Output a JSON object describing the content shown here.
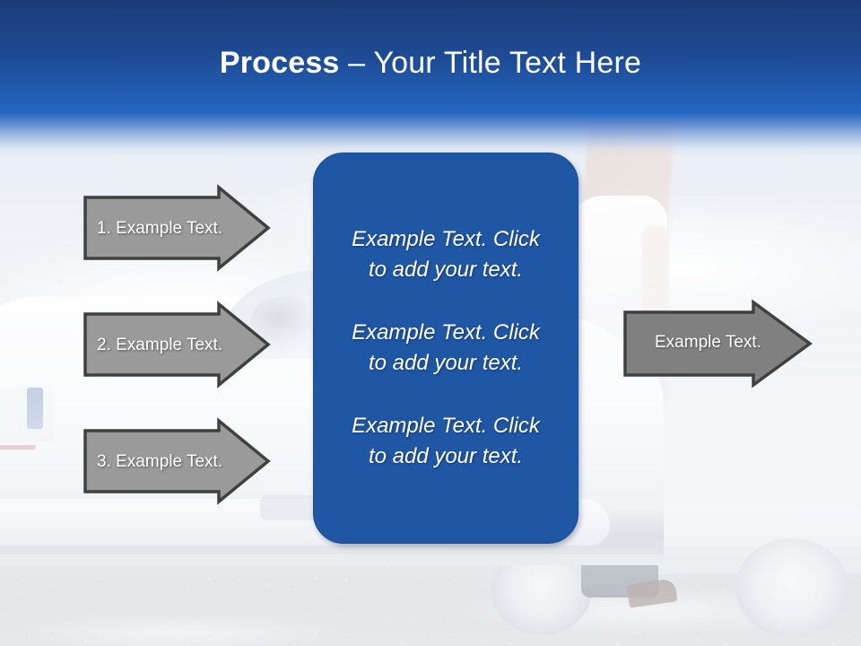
{
  "slide": {
    "title": {
      "strong": "Process",
      "rest": " – Your Title Text Here"
    }
  },
  "colors": {
    "header_top": "#1b3b76",
    "header_bottom": "#2568c2",
    "panel_fill": "#1f57a5",
    "panel_border": "#1a4a8f",
    "arrow_fill_input": "#9a9a9a",
    "arrow_fill_output": "#808080",
    "arrow_outline": "#404040",
    "text_light": "#ffffff"
  },
  "input_arrows": [
    {
      "label": "1. Example Text."
    },
    {
      "label": "2. Example Text."
    },
    {
      "label": "3. Example Text."
    }
  ],
  "output_arrow": {
    "label": "Example Text."
  },
  "panel": {
    "paragraphs": [
      "Example Text. Click  to add your text.",
      "Example Text. Click  to add your text.",
      "Example Text. Click  to add your text."
    ]
  },
  "background": {
    "description": "faded photograph of a woman leaning against a white car under a bright sky"
  }
}
